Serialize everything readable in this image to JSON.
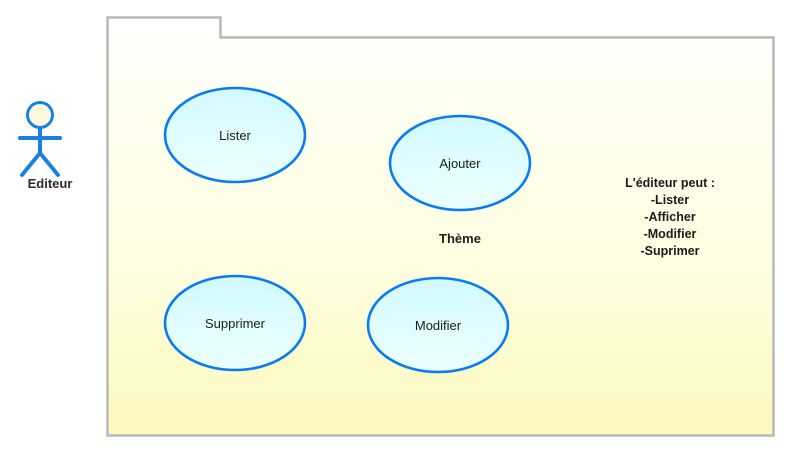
{
  "diagram": {
    "type": "uml-use-case-diagram",
    "actor": {
      "name": "Editeur",
      "icon": "stick-figure-actor-icon",
      "head_fill": "#fbfbdc",
      "stroke": "#1a80e8"
    },
    "boundary": {
      "name": "system-boundary-package",
      "fill_top": "#fffff4",
      "fill_bottom": "#fdfbc0",
      "stroke": "#b8b8b8"
    },
    "use_cases": [
      {
        "id": "lister",
        "label": "Lister"
      },
      {
        "id": "ajouter",
        "label": "Ajouter"
      },
      {
        "id": "supprimer",
        "label": "Supprimer"
      },
      {
        "id": "modifier",
        "label": "Modifier"
      }
    ],
    "use_case_style": {
      "stroke": "#0a7cf0",
      "fill_top": "#d6fbff",
      "fill_bottom": "#e9feff"
    },
    "theme_label": "Thème",
    "note": {
      "title": "L'éditeur peut :",
      "items": [
        "-Lister",
        "-Afficher",
        "-Modifier",
        "-Suprimer"
      ]
    }
  }
}
